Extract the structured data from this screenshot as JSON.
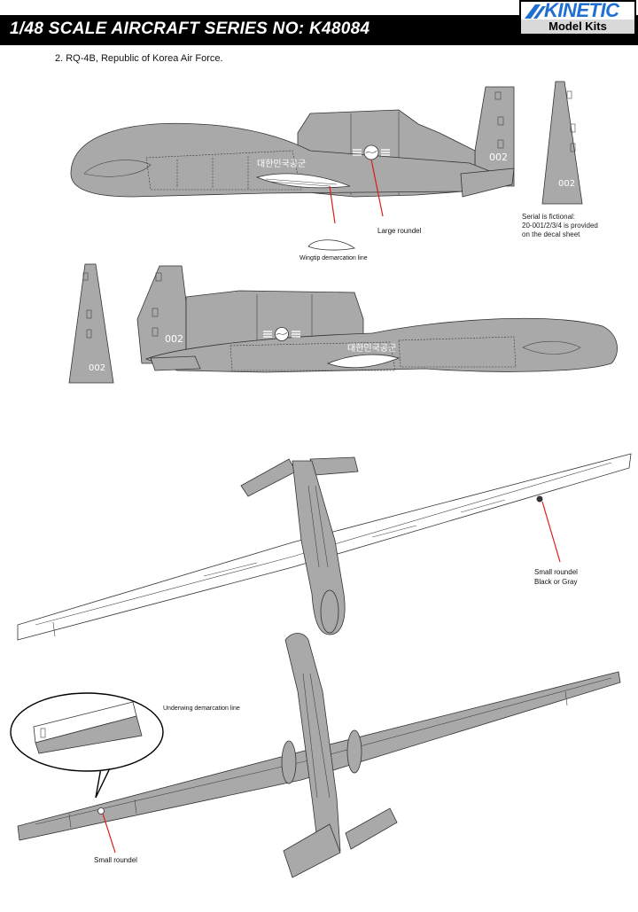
{
  "header": {
    "title": "1/48 SCALE AIRCRAFT SERIES NO: K48084",
    "logo_brand": "KINETIC",
    "logo_sub": "Model Kits"
  },
  "subtitle": "2. RQ-4B, Republic of Korea Air Force.",
  "callouts": {
    "large_roundel": "Large roundel",
    "wingtip_line": "Wingtip demarcation line",
    "serial_note": [
      "Serial is fictional:",
      "20-001/2/3/4 is provided",
      "on the decal sheet"
    ],
    "small_roundel_top": [
      "Small roundel",
      "Black or Gray"
    ],
    "underwing_line": "Underwing demarcation line",
    "small_roundel_bottom": "Small roundel"
  },
  "markings": {
    "korean_text": "대한민국공군",
    "serial": "002"
  },
  "colors": {
    "aircraft_gray": "#a9a9a9",
    "callout_red": "#d81e1e",
    "header_bg": "#000000",
    "brand_blue": "#1e6fd0"
  }
}
